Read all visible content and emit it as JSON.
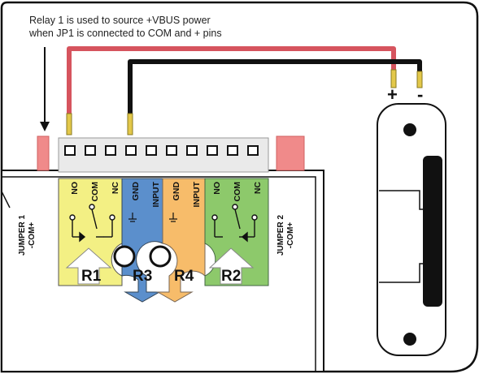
{
  "note": {
    "line1": "Relay 1 is used to source +VBUS power",
    "line2": "when JP1 is connected to COM and + pins"
  },
  "polarity": {
    "plus": "+",
    "minus": "-"
  },
  "jumpers": {
    "j1": {
      "line1": "JUMPER 1",
      "line2": "-COM+"
    },
    "j2": {
      "line1": "JUMPER 2",
      "line2": "-COM+"
    }
  },
  "terminals": [
    {
      "label": "NO"
    },
    {
      "label": "COM"
    },
    {
      "label": "NC"
    },
    {
      "label": "GND"
    },
    {
      "label": "INPUT"
    },
    {
      "label": "GND"
    },
    {
      "label": "INPUT"
    },
    {
      "label": "NO"
    },
    {
      "label": "COM"
    },
    {
      "label": "NC"
    }
  ],
  "relays": {
    "r1": "R1",
    "r3": "R3",
    "r4": "R4",
    "r2": "R2"
  },
  "colors": {
    "yellow": "#f3f084",
    "blue": "#5b8fcc",
    "orange": "#f7bc6a",
    "green": "#8dc96b",
    "red_wire": "#d6545e",
    "black_wire": "#111111",
    "pink_jumper": "#f08a8a",
    "grey_header": "#e8e8e8"
  }
}
